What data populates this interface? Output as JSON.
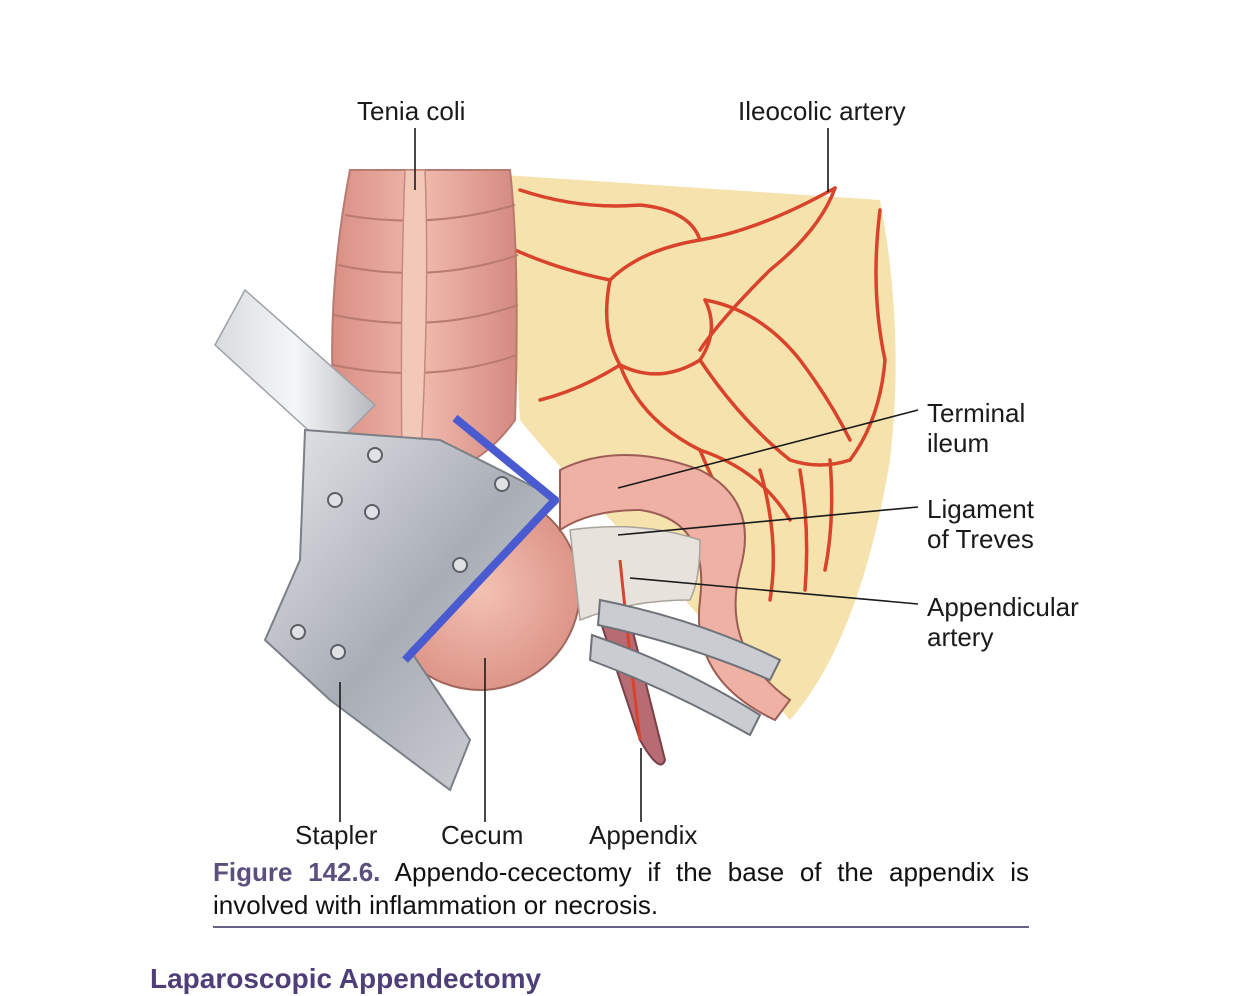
{
  "labels": {
    "tenia_coli": "Tenia coli",
    "ileocolic_artery": "Ileocolic artery",
    "terminal_ileum": "Terminal\nileum",
    "ligament_of_treves": "Ligament\nof Treves",
    "appendicular_artery": "Appendicular\nartery",
    "stapler": "Stapler",
    "cecum": "Cecum",
    "appendix": "Appendix"
  },
  "caption": {
    "figure_number": "Figure 142.6.",
    "text": "Appendo-cecectomy if the base of the appendix is involved with inflammation or necrosis."
  },
  "next_section_heading": "Laparoscopic Appendectomy",
  "colors": {
    "figure_number": "#5b4f7e",
    "caption_rule": "#6a5f86",
    "heading": "#4f3f78",
    "mesentery": "#f6e2ac",
    "artery": "#d9432b",
    "colon": "#e8a99c",
    "stapler_metal": "#b9bcc2",
    "stapler_edge": "#4a5ad0"
  }
}
